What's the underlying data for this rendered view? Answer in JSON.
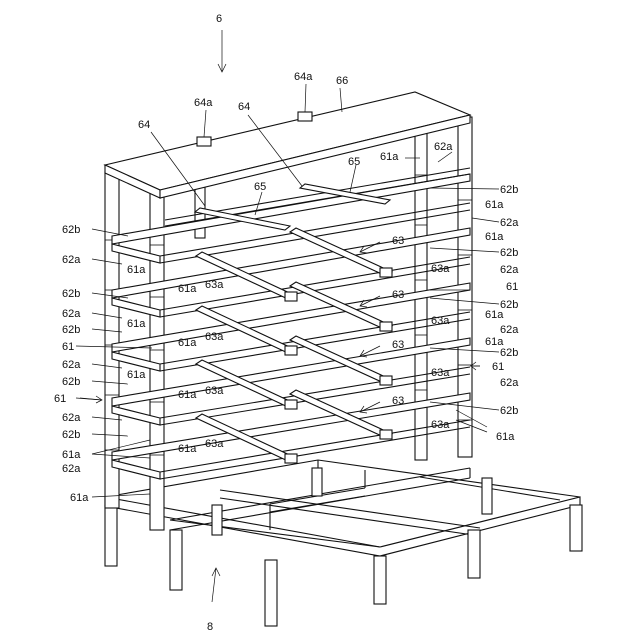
{
  "labels": {
    "l6": "6",
    "l8": "8",
    "l64a_l": "64a",
    "l64a_r": "64a",
    "l64_l": "64",
    "l64_r": "64",
    "l66": "66",
    "l65_l": "65",
    "l65_r": "65",
    "l61a_top": "61a",
    "l62a_top": "62a",
    "r62b_1": "62b",
    "r61a_1": "61a",
    "r62a_1": "62a",
    "r61a_2": "61a",
    "r62b_2": "62b",
    "r62a_2": "62a",
    "r61_1": "61",
    "r62b_3": "62b",
    "r61a_3": "61a",
    "r62a_3": "62a",
    "r61a_4": "61a",
    "r62b_4": "62b",
    "r61_2": "61",
    "r62a_4": "62a",
    "r62b_5": "62b",
    "r61a_5": "61a",
    "c63_1": "63",
    "c63_2": "63",
    "c63_3": "63",
    "c63_4": "63",
    "c63a_r1": "63a",
    "c63a_r2": "63a",
    "c63a_r3": "63a",
    "c63a_r4": "63a",
    "c63a_l1": "63a",
    "c63a_l2": "63a",
    "c63a_l3": "63a",
    "c63a_l4": "63a",
    "c61a_1": "61a",
    "c61a_2": "61a",
    "c61a_3": "61a",
    "c61a_4": "61a",
    "L62b_1": "62b",
    "L62a_1": "62a",
    "L61a_1": "61a",
    "L62b_2": "62b",
    "L62a_2": "62a",
    "L62b_3": "62b",
    "L61a_2": "61a",
    "L61_1": "61",
    "L62a_3": "62a",
    "L62b_4": "62b",
    "L61a_3": "61a",
    "L61_2": "61",
    "L62a_4": "62a",
    "L62b_5": "62b",
    "L61a_4": "61a",
    "L62a_5": "62a",
    "L61a_5": "61a"
  }
}
